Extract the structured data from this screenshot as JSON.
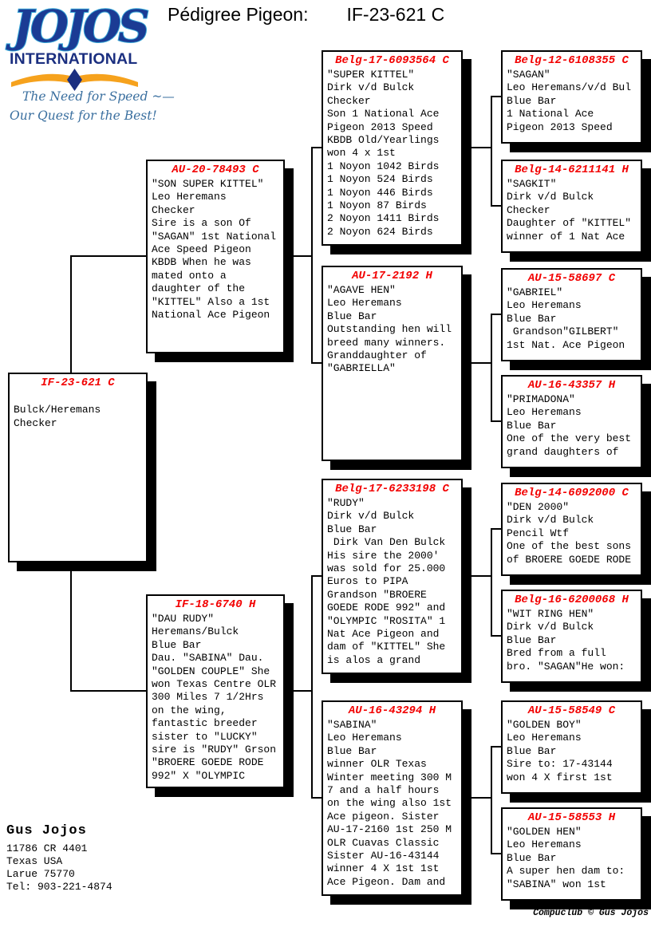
{
  "title": {
    "label": "Pédigree Pigeon:",
    "ring": "IF-23-621 C"
  },
  "logo": {
    "name": "JOJOS",
    "subtitle": "INTERNATIONAL",
    "tagline1": "The Need for Speed ~—",
    "tagline2": "Our Quest for the Best!"
  },
  "colors": {
    "ring_red": "#f20000",
    "logo_blue": "#1b3b94",
    "logo_outline_blue": "#38a8d8",
    "logo_navy": "#1b2f80",
    "swoosh_orange": "#f6a21d",
    "tagline_blue": "#3a6f9f"
  },
  "pedigree": {
    "boxes": [
      {
        "role": "subject",
        "ring": "IF-23-621 C",
        "lines": [
          "",
          "Bulck/Heremans",
          "Checker"
        ]
      },
      {
        "role": "sire",
        "ring": "AU-20-78493 C",
        "lines": [
          "\"SON SUPER KITTEL\"",
          "Leo Heremans",
          "Checker",
          "Sire is a son Of",
          "\"SAGAN\" 1st National",
          "Ace Speed Pigeon",
          "KBDB When he was",
          "mated onto a",
          "daughter of the",
          "\"KITTEL\" Also a 1st",
          "National Ace Pigeon"
        ]
      },
      {
        "role": "dam",
        "ring": "IF-18-6740 H",
        "lines": [
          "\"DAU RUDY\"",
          "Heremans/Bulck",
          "Blue Bar",
          "Dau. \"SABINA\" Dau.",
          "\"GOLDEN COUPLE\" She",
          "won Texas Centre OLR",
          "300 Miles 7 1/2Hrs",
          "on the wing,",
          "fantastic breeder",
          "sister to \"LUCKY\"",
          "sire is \"RUDY\" Grson",
          "\"BROERE GOEDE RODE",
          "992\" X \"OLYMPIC"
        ]
      },
      {
        "role": "sire-sire",
        "ring": "Belg-17-6093564 C",
        "lines": [
          "\"SUPER KITTEL\"",
          "Dirk v/d Bulck",
          "Checker",
          "Son 1 National Ace",
          "Pigeon 2013 Speed",
          "KBDB Old/Yearlings",
          "won 4 x 1st",
          "1 Noyon 1042 Birds",
          "1 Noyon 524 Birds",
          "1 Noyon 446 Birds",
          "1 Noyon 87 Birds",
          "2 Noyon 1411 Birds",
          "2 Noyon 624 Birds"
        ]
      },
      {
        "role": "sire-dam",
        "ring": "AU-17-2192 H",
        "lines": [
          "\"AGAVE HEN\"",
          "Leo Heremans",
          "Blue Bar",
          "Outstanding hen will",
          "breed many winners.",
          "Granddaughter of",
          "\"GABRIELLA\""
        ]
      },
      {
        "role": "dam-sire",
        "ring": "Belg-17-6233198 C",
        "lines": [
          "\"RUDY\"",
          "Dirk v/d Bulck",
          "Blue Bar",
          " Dirk Van Den Bulck",
          "His sire the 2000'",
          "was sold for 25.000",
          "Euros to PIPA",
          "Grandson \"BROERE",
          "GOEDE RODE 992\" and",
          "\"OLYMPIC \"ROSITA\" 1",
          "Nat Ace Pigeon and",
          "dam of \"KITTEL\" She",
          "is alos a grand"
        ]
      },
      {
        "role": "dam-dam",
        "ring": "AU-16-43294 H",
        "lines": [
          "\"SABINA\"",
          "Leo Heremans",
          "Blue Bar",
          "winner OLR Texas",
          "Winter meeting 300 M",
          "7 and a half hours",
          "on the wing also 1st",
          "Ace pigeon. Sister",
          "AU-17-2160 1st 250 M",
          "OLR Cuavas Classic",
          "Sister AU-16-43144",
          "winner 4 X 1st 1st",
          "Ace Pigeon. Dam and"
        ]
      },
      {
        "role": "sire-sire-sire",
        "ring": "Belg-12-6108355 C",
        "lines": [
          "\"SAGAN\"",
          "Leo Heremans/v/d Bul",
          "Blue Bar",
          "1 National Ace",
          "Pigeon 2013 Speed"
        ]
      },
      {
        "role": "sire-sire-dam",
        "ring": "Belg-14-6211141 H",
        "lines": [
          "\"SAGKIT\"",
          "Dirk v/d Bulck",
          "Checker",
          "Daughter of \"KITTEL\"",
          "winner of 1 Nat Ace"
        ]
      },
      {
        "role": "sire-dam-sire",
        "ring": "AU-15-58697 C",
        "lines": [
          "\"GABRIEL\"",
          "Leo Heremans",
          "Blue Bar",
          " Grandson\"GILBERT\"",
          "1st Nat. Ace Pigeon"
        ]
      },
      {
        "role": "sire-dam-dam",
        "ring": "AU-16-43357 H",
        "lines": [
          "\"PRIMADONA\"",
          "Leo Heremans",
          "Blue Bar",
          "One of the very best",
          "grand daughters of"
        ]
      },
      {
        "role": "dam-sire-sire",
        "ring": "Belg-14-6092000 C",
        "lines": [
          "\"DEN 2000\"",
          "Dirk v/d Bulck",
          "Pencil Wtf",
          "One of the best sons",
          "of BROERE GOEDE RODE"
        ]
      },
      {
        "role": "dam-sire-dam",
        "ring": "Belg-16-6200068 H",
        "lines": [
          "\"WIT RING HEN\"",
          "Dirk v/d Bulck",
          "Blue Bar",
          "Bred from a full",
          "bro. \"SAGAN\"He won:"
        ]
      },
      {
        "role": "dam-dam-sire",
        "ring": "AU-15-58549 C",
        "lines": [
          "\"GOLDEN BOY\"",
          "Leo Heremans",
          "Blue Bar",
          "Sire to: 17-43144",
          "won 4 X first 1st"
        ]
      },
      {
        "role": "dam-dam-dam",
        "ring": "AU-15-58553 H",
        "lines": [
          "\"GOLDEN HEN\"",
          "Leo Heremans",
          "Blue Bar",
          "A super hen dam to:",
          "\"SABINA\" won 1st"
        ]
      }
    ]
  },
  "owner": {
    "name": "Gus Jojos",
    "address": [
      "11786 CR 4401",
      "Texas USA",
      "Larue 75770",
      "Tel: 903-221-4874"
    ]
  },
  "credit": "Compuclub © Gus Jojos"
}
